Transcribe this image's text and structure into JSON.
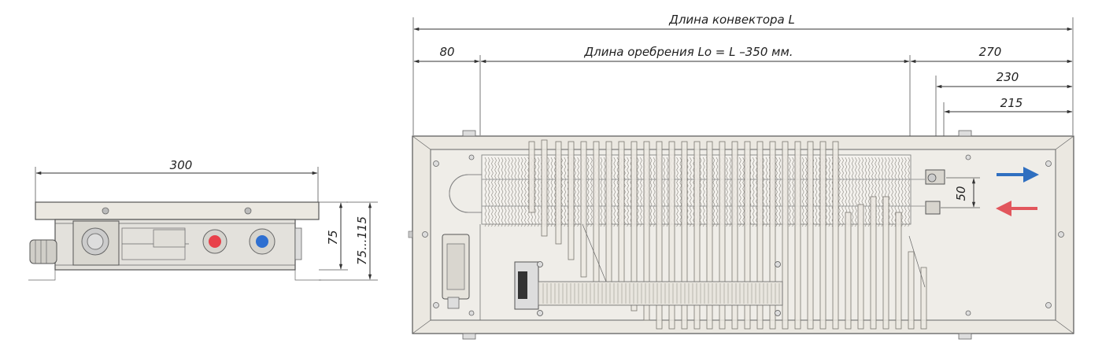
{
  "side_view": {
    "width_label": "300",
    "height_label": "75",
    "height_range_label": "75...115"
  },
  "top_view": {
    "total_length_label": "Длина конвектора L",
    "left_offset_label": "80",
    "fin_length_label": "Длина оребрения Lo = L –350 мм.",
    "right_offset_label": "270",
    "pipe_offset_a_label": "230",
    "pipe_offset_b_label": "215",
    "pipe_spacing_label": "50"
  },
  "colors": {
    "supply_arrow": "#2f6fc0",
    "return_arrow": "#e2565c",
    "hot_port": "#e8414a",
    "cold_port": "#2e6fd1",
    "housing": "#ebe8e1"
  },
  "icons": {
    "supply": "arrow-right-icon",
    "return": "arrow-left-icon"
  }
}
